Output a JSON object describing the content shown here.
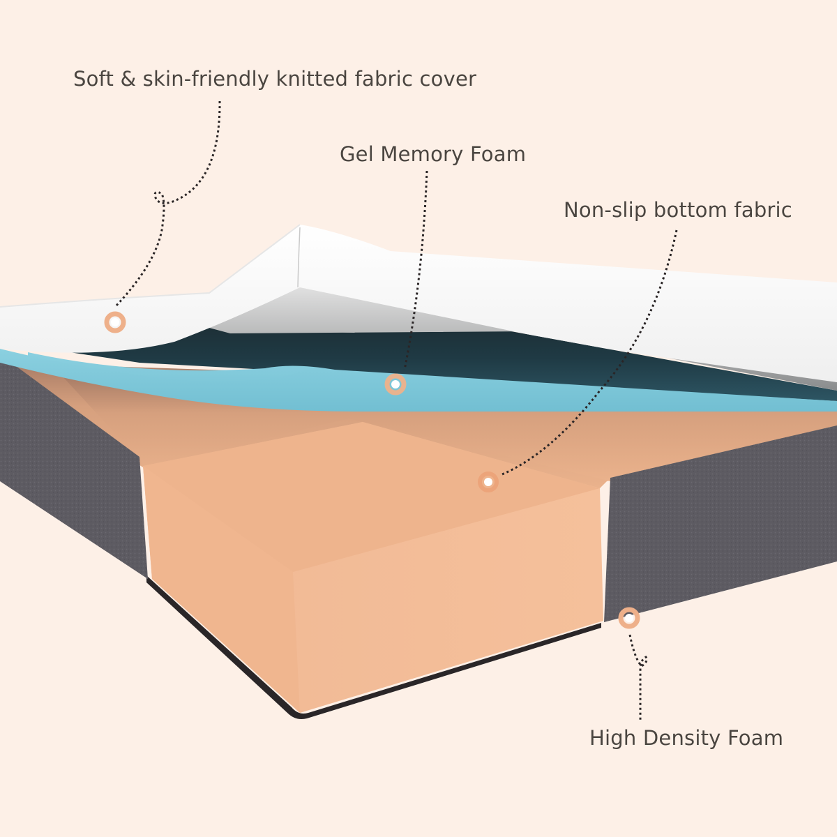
{
  "product": "Layered memory foam mattress cross-section",
  "colors": {
    "background": "#fdf0e7",
    "label_text": "#4a4540",
    "marker_ring": "#eeb08a",
    "marker_dot": "#ffffff",
    "cover_white": "#f7f7f7",
    "gel_foam_blue": "#7ec7d8",
    "high_density_foam": "#f2bc92",
    "side_fabric_gray": "#5d5b62"
  },
  "callouts": [
    {
      "id": "cover",
      "label": "Soft & skin-friendly knitted fabric cover"
    },
    {
      "id": "gel",
      "label": "Gel Memory Foam"
    },
    {
      "id": "bottom",
      "label": "Non-slip bottom fabric"
    },
    {
      "id": "base",
      "label": "High Density Foam"
    }
  ]
}
